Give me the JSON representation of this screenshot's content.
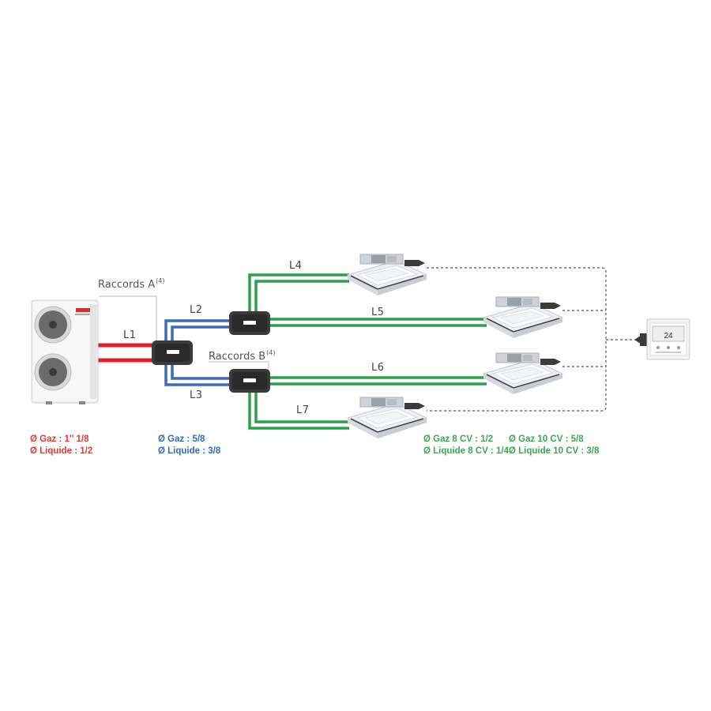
{
  "labels": {
    "raccords_a": "Raccords A",
    "raccords_a_note": "(4)",
    "raccords_b": "Raccords B",
    "raccords_b_note": "(4)"
  },
  "segments": {
    "l1": "L1",
    "l2": "L2",
    "l3": "L3",
    "l4": "L4",
    "l5": "L5",
    "l6": "L6",
    "l7": "L7"
  },
  "specs": {
    "outdoor": {
      "gaz": "Ø Gaz : 1'' 1/8",
      "liquide": "Ø Liquide : 1/2"
    },
    "branch": {
      "gaz": "Ø Gaz : 5/8",
      "liquide": "Ø Liquide : 3/8"
    },
    "indoor_8cv": {
      "gaz": "Ø Gaz 8 CV : 1/2",
      "liquide": "Ø Liquide 8 CV : 1/4"
    },
    "indoor_10cv": {
      "gaz": "Ø Gaz 10 CV : 5/8",
      "liquide": "Ø Liquide 10 CV : 3/8"
    }
  },
  "remote": {
    "display": "24"
  },
  "colors": {
    "outdoor_pipe": "#e0202e",
    "branch_pipe": "#3a6db5",
    "indoor_pipe": "#2aa24a",
    "spec_red": "#e53935",
    "spec_blue": "#2f6db5",
    "spec_green": "#3aaa4f"
  }
}
